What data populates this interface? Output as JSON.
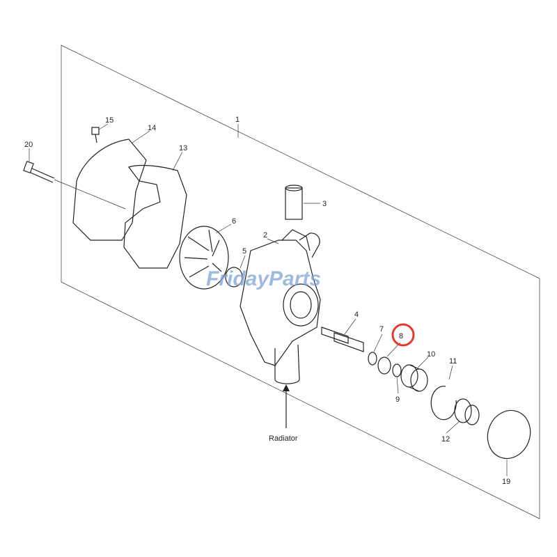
{
  "diagram": {
    "callouts": {
      "p1": "1",
      "p2": "2",
      "p3": "3",
      "p4": "4",
      "p5": "5",
      "p6": "6",
      "p7": "7",
      "p8": "8",
      "p9": "9",
      "p10": "10",
      "p11": "11",
      "p12": "12",
      "p13": "13",
      "p14": "14",
      "p15": "15",
      "p19": "19",
      "p20": "20"
    },
    "radiator_label": "Radiator",
    "highlighted_part": "8",
    "highlight_color": "#e53a2b"
  },
  "watermark": {
    "brand": "FridayParts",
    "brand_color": "#7fa3d6",
    "accent_color": "#f0a830"
  }
}
